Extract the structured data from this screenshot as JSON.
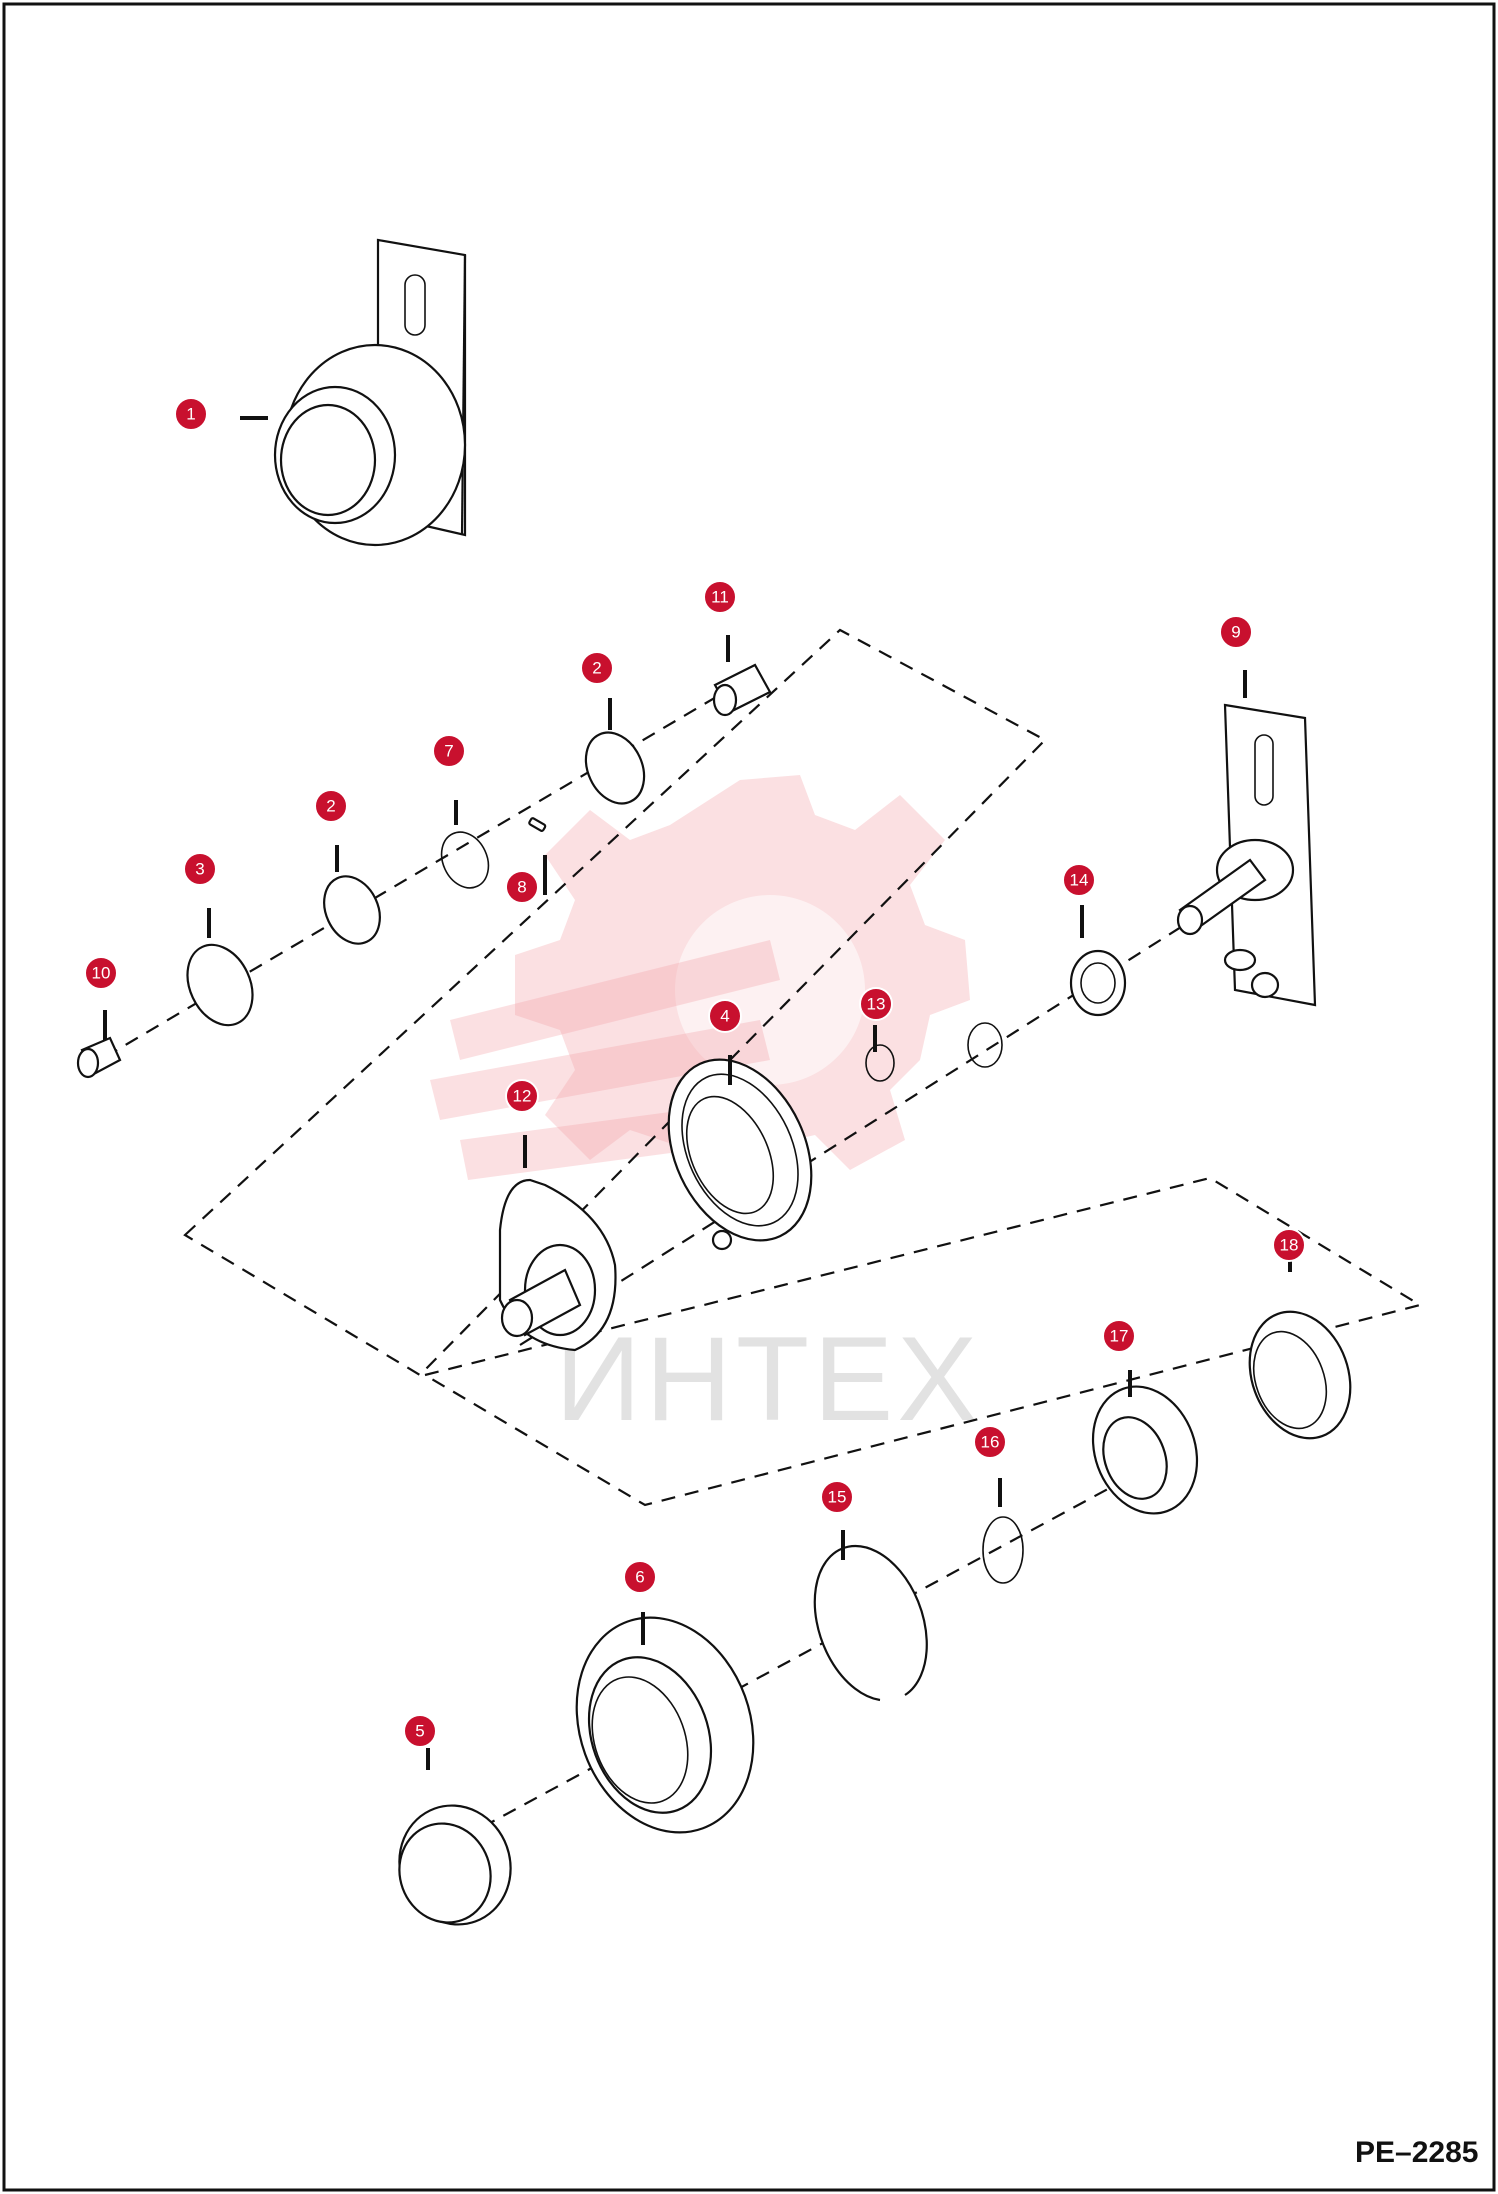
{
  "diagram": {
    "drawing_code": "PE–2285",
    "watermark": "ИНТЕХ",
    "callouts": [
      "1",
      "2",
      "2",
      "3",
      "4",
      "5",
      "6",
      "7",
      "8",
      "9",
      "10",
      "11",
      "12",
      "13",
      "14",
      "15",
      "16",
      "17",
      "18"
    ]
  }
}
